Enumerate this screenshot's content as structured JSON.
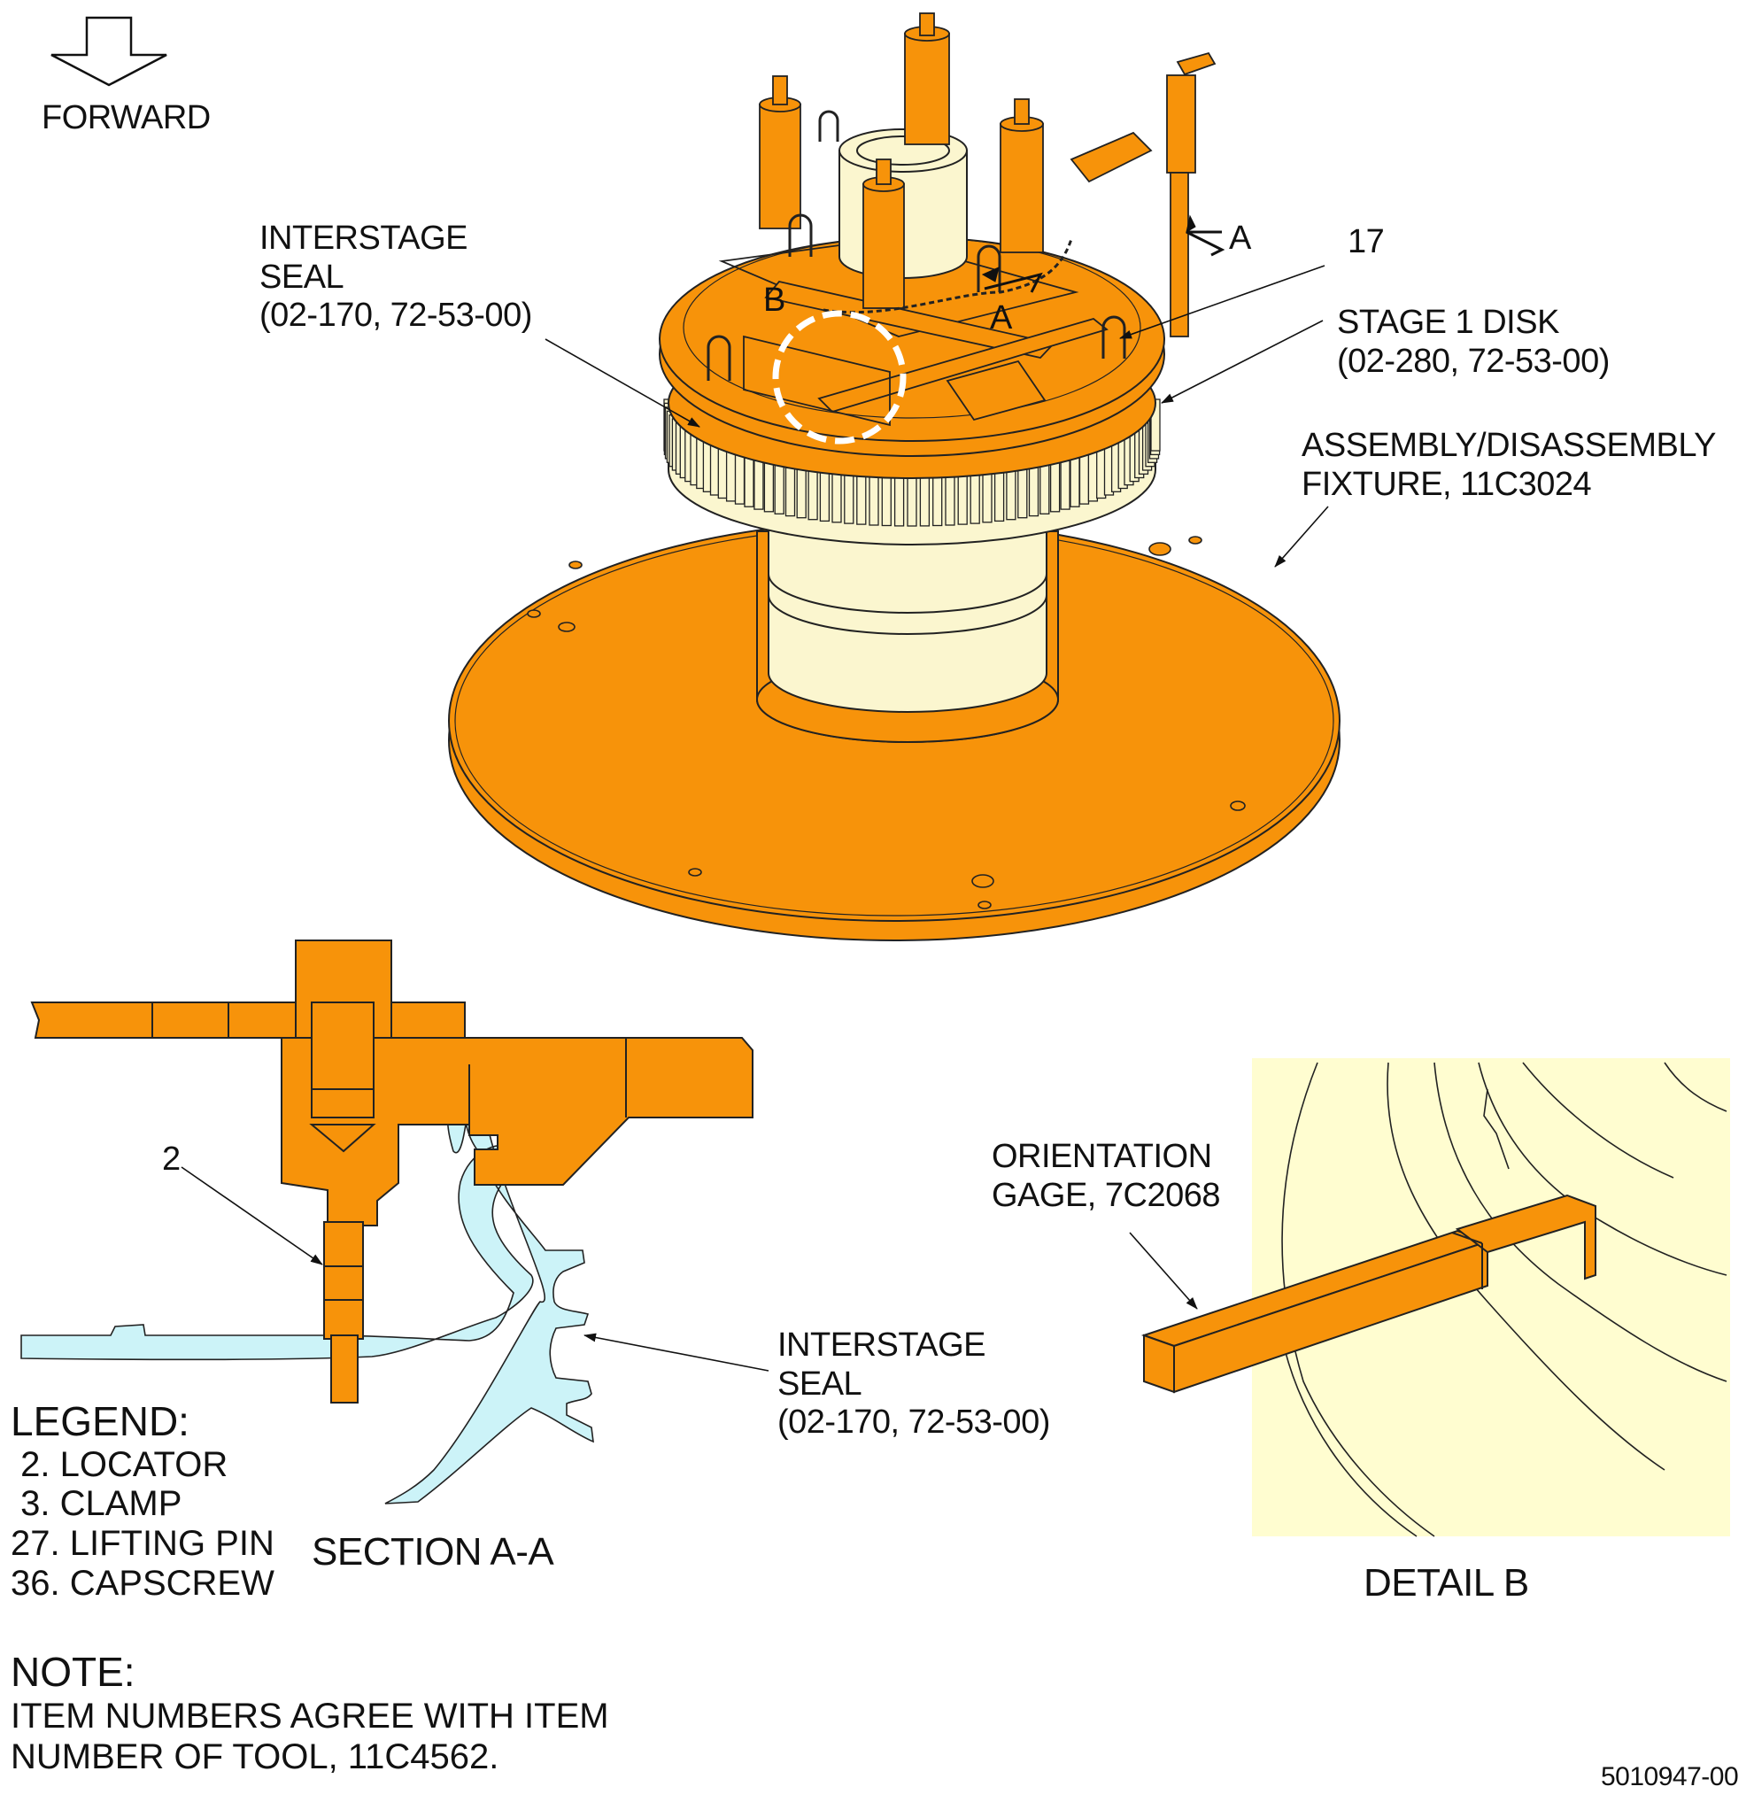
{
  "figure_id": "5010947-00",
  "forward": {
    "label": "FORWARD"
  },
  "callouts": {
    "interstage_seal_top": "INTERSTAGE\nSEAL\n(02-170, 72-53-00)",
    "item_17": "17",
    "stage1_disk": "STAGE 1 DISK\n(02-280, 72-53-00)",
    "fixture": "ASSEMBLY/DISASSEMBLY\nFIXTURE, 11C3024",
    "section_marker": "A",
    "section_marker2": "A",
    "detail_marker": "B",
    "item_2": "2",
    "interstage_seal_section": "INTERSTAGE\nSEAL\n(02-170, 72-53-00)",
    "orientation_gage": "ORIENTATION\nGAGE, 7C2068"
  },
  "views": {
    "section_aa": "SECTION A-A",
    "detail_b": "DETAIL B"
  },
  "legend": {
    "title": "LEGEND:",
    "items": [
      " 2. LOCATOR",
      " 3. CLAMP",
      "27. LIFTING PIN",
      "36. CAPSCREW"
    ]
  },
  "note": {
    "title": "NOTE:",
    "lines": [
      "ITEM NUMBERS AGREE WITH ITEM",
      "NUMBER OF TOOL, 11C4562."
    ]
  },
  "colors": {
    "tool_orange": "#f7930a",
    "part_cream": "#fbf6cf",
    "seal_blue": "#ccf3f8",
    "detail_bg": "#fffdd0",
    "outline": "#222222"
  }
}
